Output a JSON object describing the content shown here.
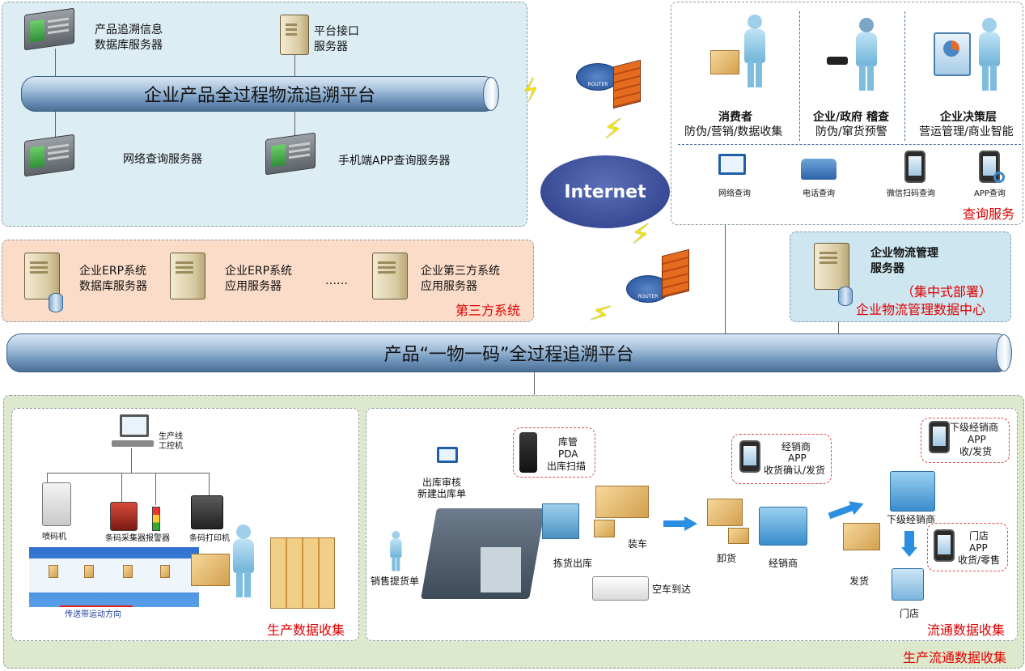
{
  "top_left": {
    "servers": {
      "trace_db": [
        "产品追溯信息",
        "数据库服务器"
      ],
      "api": [
        "平台接口",
        "服务器"
      ],
      "web_query": "网络查询服务器",
      "app_query": "手机端APP查询服务器"
    },
    "pipe_label": "企业产品全过程物流追溯平台"
  },
  "internet": {
    "label": "Internet",
    "router": "ROUTER"
  },
  "query_service": {
    "title": "查询服务",
    "roles": [
      {
        "name": "消费者",
        "desc": "防伪/营销/数据收集"
      },
      {
        "name": "企业/政府 稽查",
        "desc": "防伪/窜货预警"
      },
      {
        "name": "企业决策层",
        "desc": "营运管理/商业智能"
      }
    ],
    "channels": [
      "网络查询",
      "电话查询",
      "微信扫码查询",
      "APP查询"
    ]
  },
  "third_party": {
    "title": "第三方系统",
    "items": [
      [
        "企业ERP系统",
        "数据库服务器"
      ],
      [
        "企业ERP系统",
        "应用服务器"
      ],
      [
        "企业第三方系统",
        "应用服务器"
      ]
    ],
    "ellipsis": "……"
  },
  "logistics_center": {
    "server": [
      "企业物流管理",
      "服务器"
    ],
    "note": [
      "（集中式部署）",
      "企业物流管理数据中心"
    ]
  },
  "main_pipe": "产品“一物一码”全过程追溯平台",
  "production": {
    "title": "生产数据收集",
    "pc": [
      "生产线",
      "工控机"
    ],
    "devices": [
      "喷码机",
      "条码采集器",
      "报警器",
      "条码打印机"
    ],
    "belt": "传送带运动方向"
  },
  "circulation": {
    "title": "流通数据收集",
    "labels": {
      "sales_order": "销售提货单",
      "outbound_review": [
        "出库审核",
        "新建出库单"
      ],
      "pda": [
        "库管",
        "PDA",
        "出库扫描"
      ],
      "picking": "拣货出库",
      "loading": "装车",
      "empty_truck": "空车到达",
      "unloading": "卸货",
      "dealer": "经销商",
      "dealer_app": [
        "经销商",
        "APP",
        "收货确认/发货"
      ],
      "ship": "发货",
      "sub_dealer": "下级经销商",
      "sub_dealer_app": [
        "下级经销商",
        "APP",
        "收/发货"
      ],
      "store": "门店",
      "store_app": [
        "门店",
        "APP",
        "收货/零售"
      ]
    }
  },
  "bottom_title": "生产流通数据收集"
}
